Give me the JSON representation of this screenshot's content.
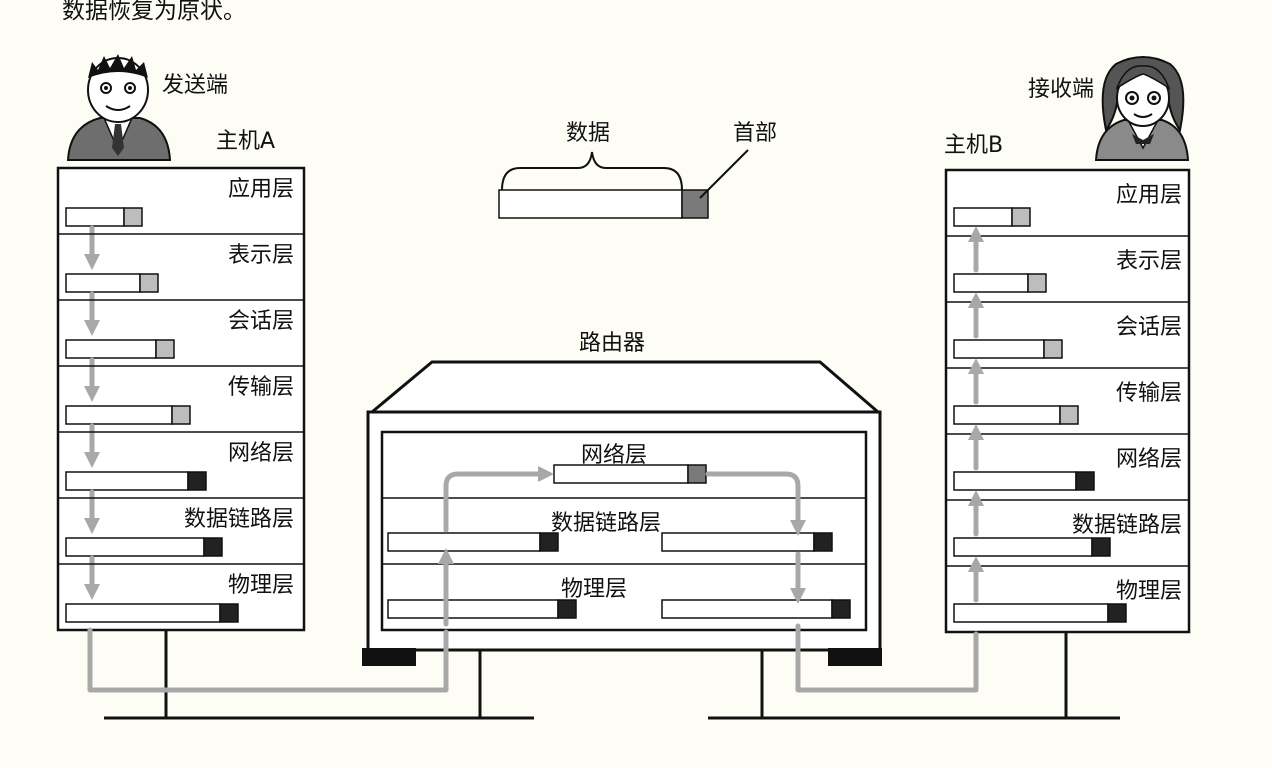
{
  "top_text": "数据恢复为原状。",
  "sender_label": "发送端",
  "receiver_label": "接收端",
  "host_a_label": "主机A",
  "host_b_label": "主机B",
  "router_label": "路由器",
  "legend": {
    "data_label": "数据",
    "header_label": "首部"
  },
  "host_layers": [
    "应用层",
    "表示层",
    "会话层",
    "传输层",
    "网络层",
    "数据链路层",
    "物理层"
  ],
  "router_layers": [
    "网络层",
    "数据链路层",
    "物理层"
  ],
  "colors": {
    "flow": "#a8a8a8",
    "header_light": "#bdbdbd",
    "header_dark": "#222222",
    "background": "#fdfdf6"
  }
}
